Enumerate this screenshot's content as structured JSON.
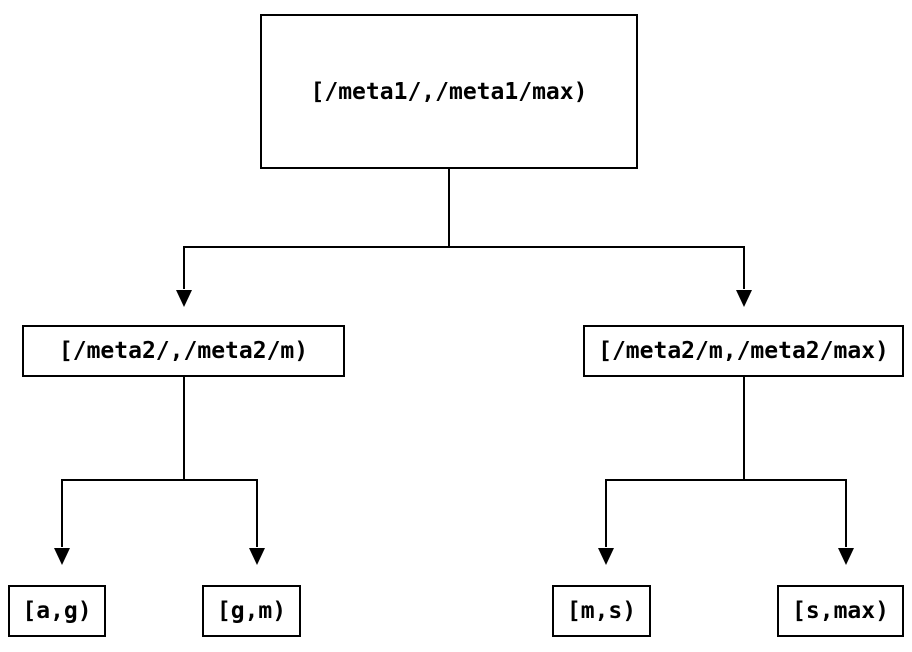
{
  "diagram": {
    "type": "tree",
    "background_color": "#ffffff",
    "stroke_color": "#000000",
    "text_color": "#000000",
    "nodes": {
      "root": {
        "id": "root",
        "label": "[/meta1/,/meta1/max)"
      },
      "mid_left": {
        "id": "mid_left",
        "label": "[/meta2/,/meta2/m)"
      },
      "mid_right": {
        "id": "mid_right",
        "label": "[/meta2/m,/meta2/max)"
      },
      "leaf_ag": {
        "id": "leaf_ag",
        "label": "[a,g)"
      },
      "leaf_gm": {
        "id": "leaf_gm",
        "label": "[g,m)"
      },
      "leaf_ms": {
        "id": "leaf_ms",
        "label": "[m,s)"
      },
      "leaf_smax": {
        "id": "leaf_smax",
        "label": "[s,max)"
      }
    },
    "edges": [
      {
        "from": "root",
        "to": "mid_left"
      },
      {
        "from": "root",
        "to": "mid_right"
      },
      {
        "from": "mid_left",
        "to": "leaf_ag"
      },
      {
        "from": "mid_left",
        "to": "leaf_gm"
      },
      {
        "from": "mid_right",
        "to": "leaf_ms"
      },
      {
        "from": "mid_right",
        "to": "leaf_smax"
      }
    ]
  }
}
